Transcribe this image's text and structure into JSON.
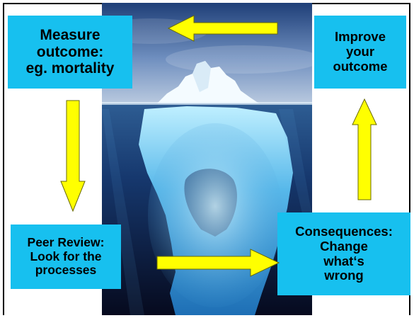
{
  "boxes": {
    "measure": "Measure\noutcome:\neg. mortality",
    "improve": "Improve\nyour\noutcome",
    "peer_review": "Peer Review:\nLook for the\nprocesses",
    "consequences": "Consequences:\nChange\nwhat‘s\nwrong"
  },
  "colors": {
    "box_fill": "#17c0ef",
    "arrow_fill": "#ffff00",
    "arrow_stroke": "#6b6b00"
  },
  "image": {
    "subject": "iceberg-photo"
  }
}
